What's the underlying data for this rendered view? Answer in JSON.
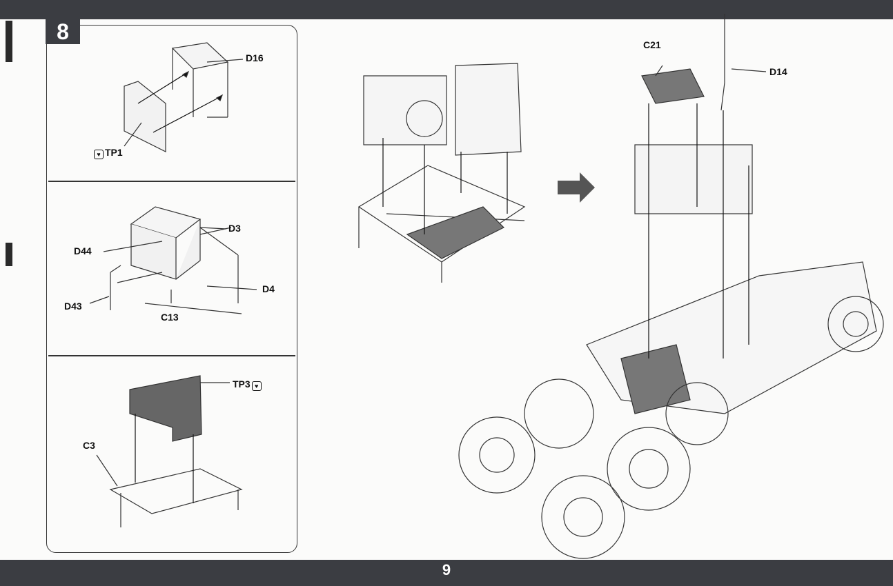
{
  "step_number": "8",
  "page_number": "9",
  "labels": {
    "d16": "D16",
    "tp1": "TP1",
    "d3": "D3",
    "d44": "D44",
    "d4": "D4",
    "d43": "D43",
    "c13": "C13",
    "tp3": "TP3",
    "c3": "C3",
    "c21": "C21",
    "d14": "D14"
  },
  "icons": {
    "photo_etch": "photo-etch-part-icon",
    "next_step": "right-arrow-icon"
  },
  "colors": {
    "bar": "#3b3d42",
    "line": "#333333"
  }
}
